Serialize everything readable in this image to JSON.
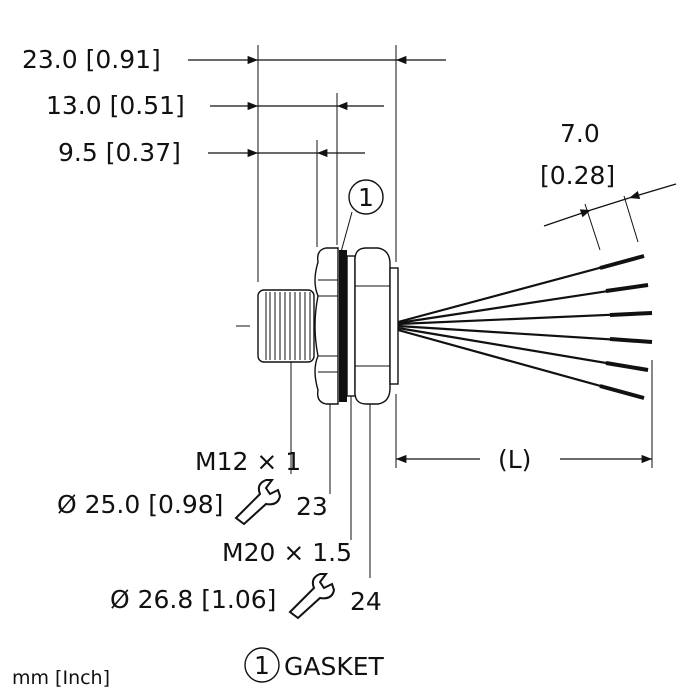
{
  "dimensions": {
    "overall_length": "23.0 [0.91]",
    "body_length": "13.0 [0.51]",
    "thread_length": "9.5 [0.37]",
    "wire_strip": "7.0",
    "wire_strip_inch": "[0.28]",
    "cable_length": "(L)"
  },
  "callouts": {
    "thread_front": "M12 × 1",
    "hex_front": "Ø 25.0 [0.98]",
    "wrench_front": "23",
    "thread_rear": "M20 × 1.5",
    "hex_rear": "Ø 26.8 [1.06]",
    "wrench_rear": "24"
  },
  "legend": {
    "item_number": "1",
    "item_label": "GASKET",
    "units": "mm [Inch]"
  },
  "icons": [
    "wrench-icon",
    "circled-number-icon"
  ]
}
